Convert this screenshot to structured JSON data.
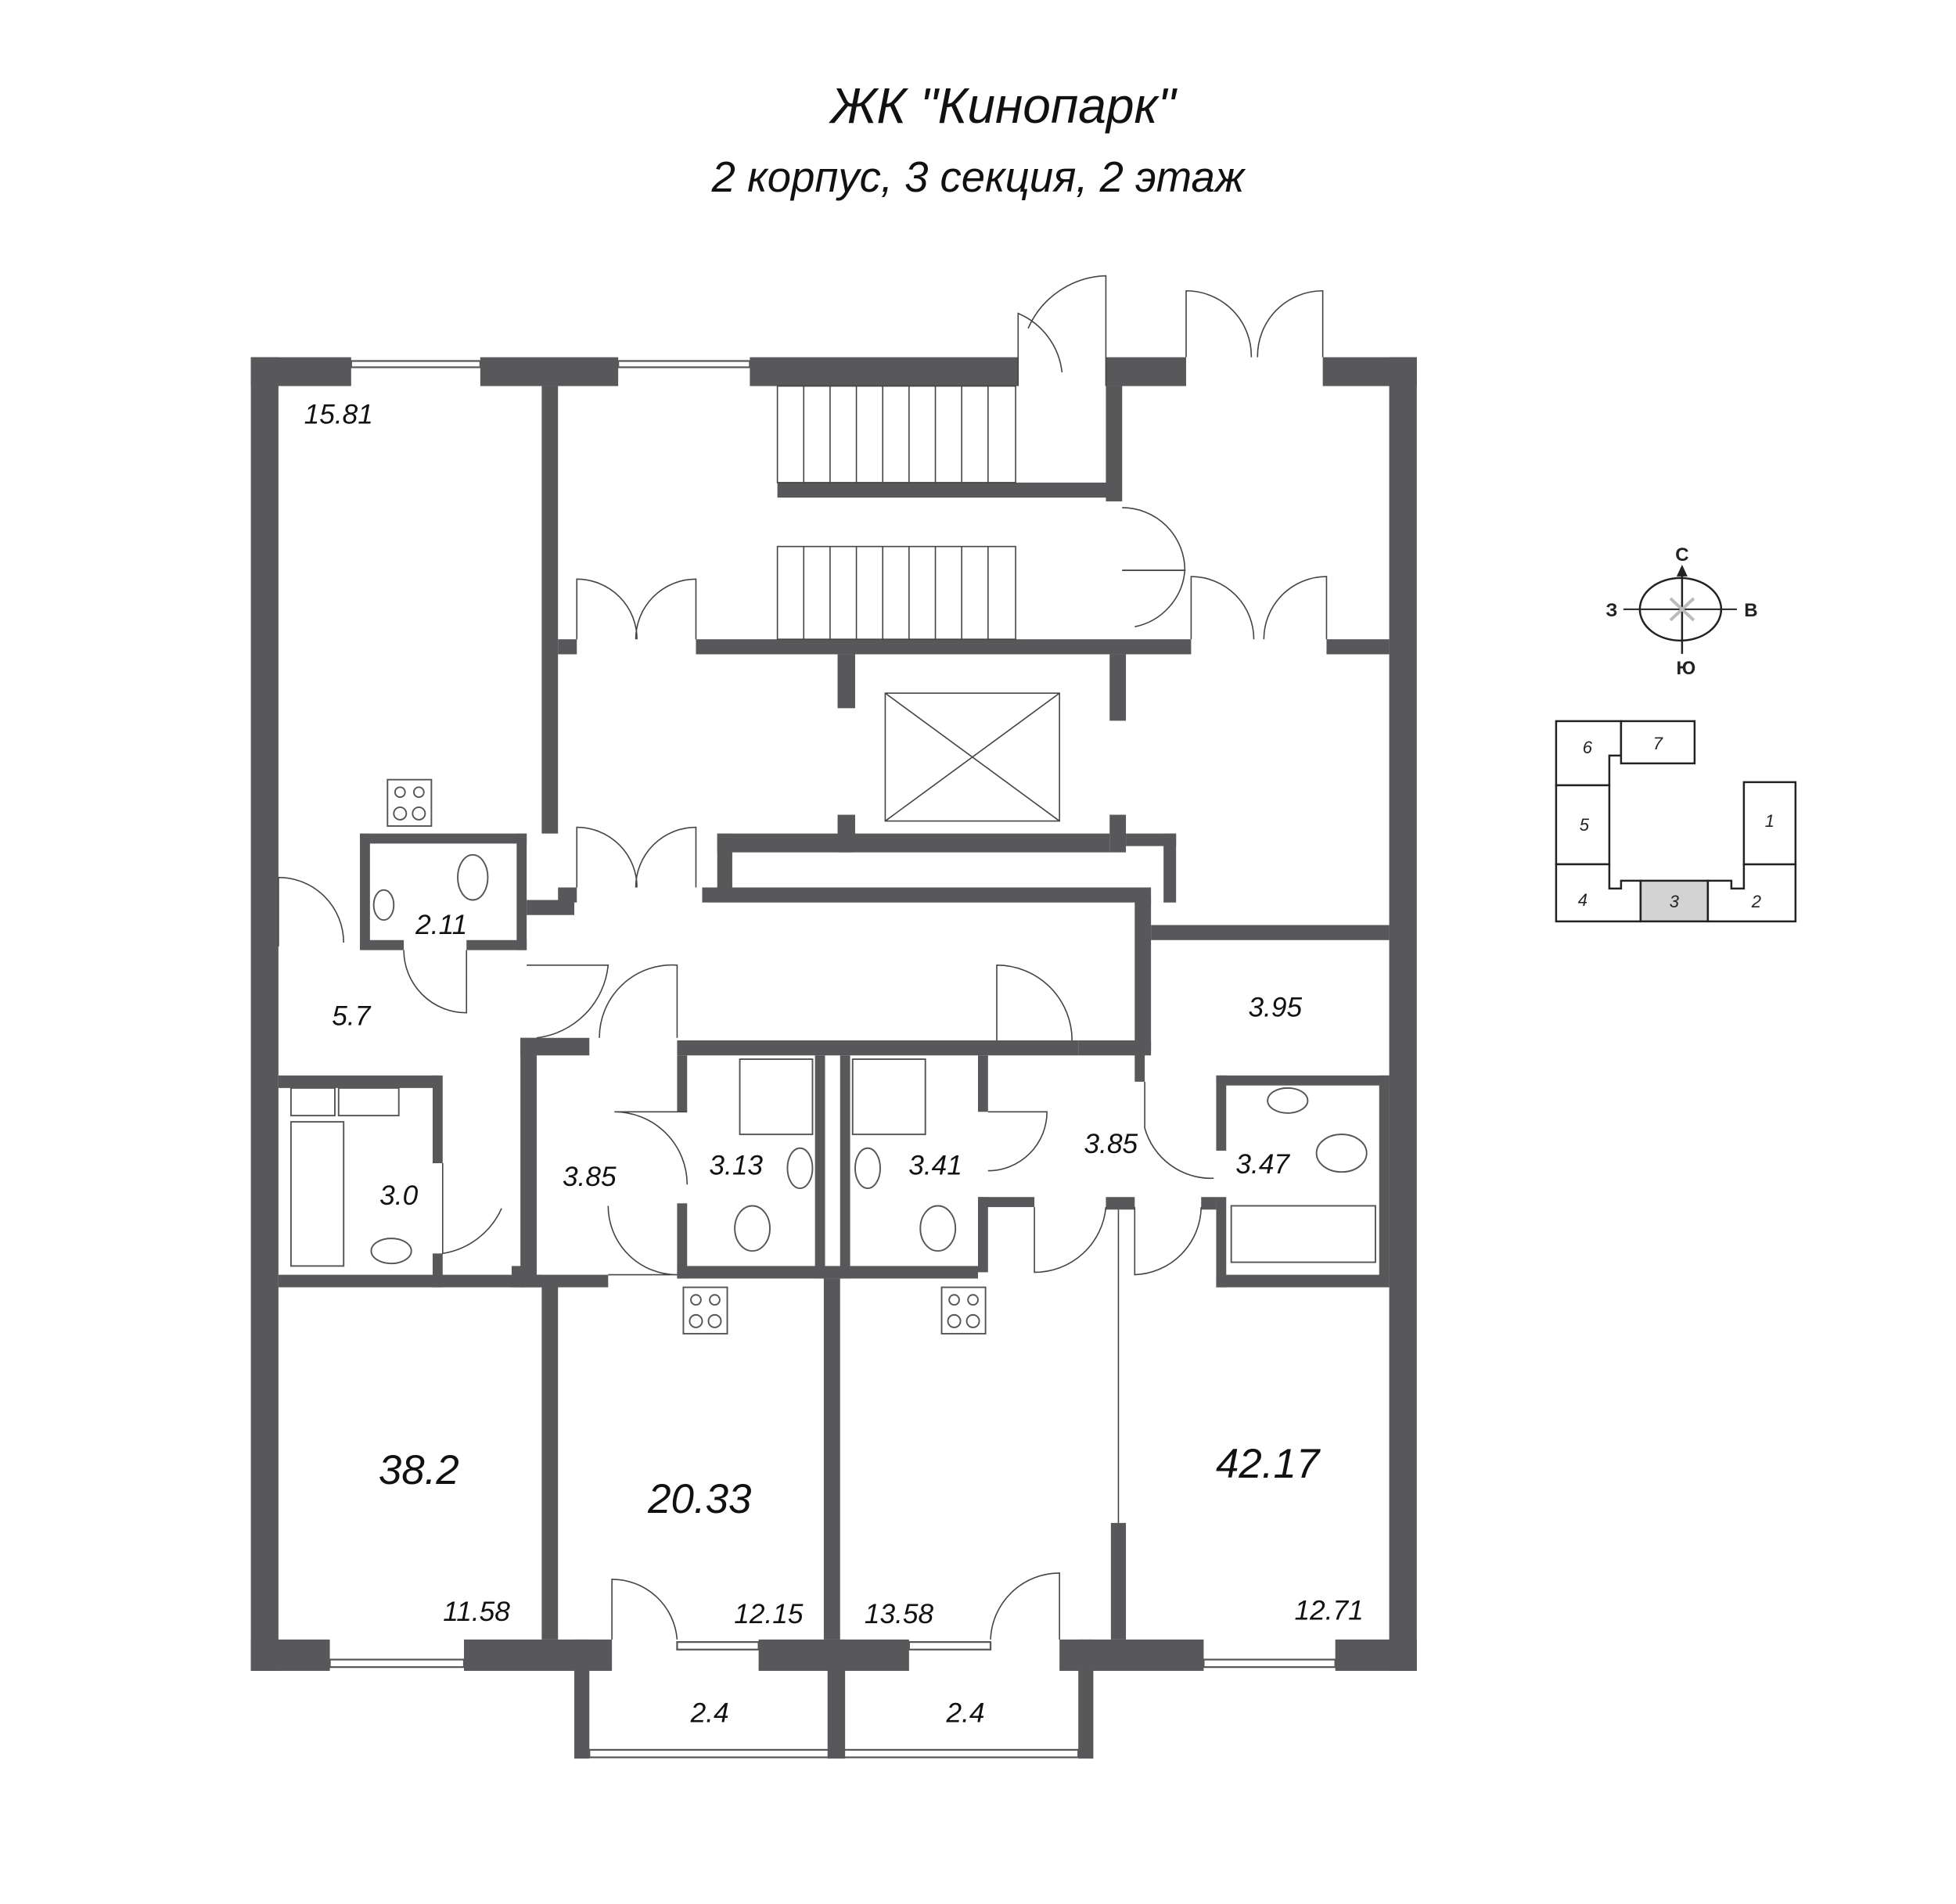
{
  "header": {
    "title": "ЖК \"Кинопарк\"",
    "subtitle": "2 корпус, 3 секция, 2 этаж"
  },
  "rooms": {
    "r15_81": "15.81",
    "r2_11": "2.11",
    "r5_7": "5.7",
    "r3_0": "3.0",
    "r3_85a": "3.85",
    "r3_13": "3.13",
    "r3_41": "3.41",
    "r3_85b": "3.85",
    "r3_47": "3.47",
    "r3_95": "3.95",
    "r11_58": "11.58",
    "r12_15": "12.15",
    "r13_58": "13.58",
    "r12_71": "12.71",
    "balcony_left": "2.4",
    "balcony_right": "2.4"
  },
  "apartments": {
    "a1": "38.2",
    "a2": "20.33",
    "a3": "42.17"
  },
  "compass": {
    "north": "С",
    "west": "З",
    "east": "В",
    "south": "Ю"
  },
  "key_plan": {
    "sections": [
      "1",
      "2",
      "3",
      "4",
      "5",
      "6",
      "7"
    ],
    "highlight": "3",
    "highlight_color": "#d3d3d3"
  },
  "colors": {
    "wall": "#58585a"
  }
}
